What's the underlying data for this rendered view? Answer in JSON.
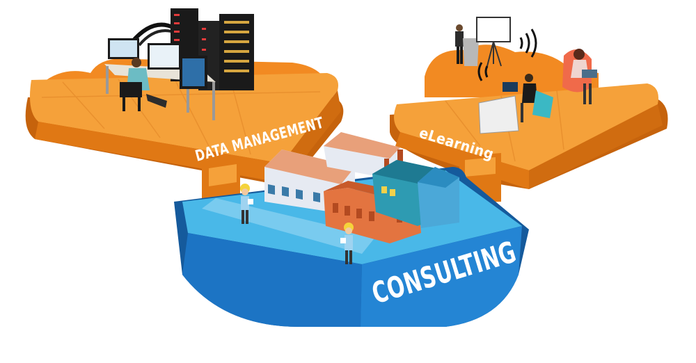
{
  "platforms": {
    "data_management": {
      "label": "DATA MANAGEMENT",
      "color": "#F08A1E"
    },
    "elearning": {
      "label": "eLearning",
      "color": "#F08A1E"
    },
    "consulting": {
      "label": "CONSULTING",
      "color": "#1C74C4"
    }
  },
  "colors": {
    "orange_top": "#F5A13A",
    "orange_side": "#E07814",
    "orange_dark": "#C6630C",
    "blue_top": "#49B8E8",
    "blue_side": "#1C74C4",
    "blue_dark": "#155A9C",
    "outline": "#1a1a1a"
  }
}
